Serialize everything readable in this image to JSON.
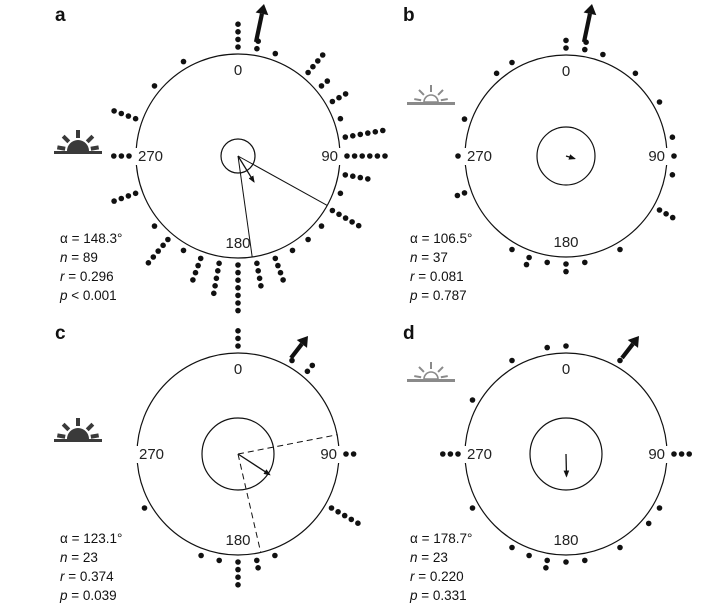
{
  "figure": {
    "colors": {
      "dot": "#111111",
      "axis": "#111111",
      "sun_dark": "#3a3a3a",
      "sun_light": "#8a8a8a",
      "background": "#ffffff"
    }
  },
  "chart_data": [
    {
      "type": "circular-scatter",
      "panel_label": "a",
      "sun_icon": "sun-bright",
      "reference_arrow_deg": 12,
      "degree_labels": [
        "0",
        "90",
        "180",
        "270"
      ],
      "dots": [
        {
          "deg": 0,
          "count": 4
        },
        {
          "deg": 10,
          "count": 2
        },
        {
          "deg": 20,
          "count": 1
        },
        {
          "deg": 40,
          "count": 4
        },
        {
          "deg": 50,
          "count": 2
        },
        {
          "deg": 60,
          "count": 3
        },
        {
          "deg": 70,
          "count": 1
        },
        {
          "deg": 80,
          "count": 6
        },
        {
          "deg": 90,
          "count": 6
        },
        {
          "deg": 100,
          "count": 4
        },
        {
          "deg": 110,
          "count": 1
        },
        {
          "deg": 120,
          "count": 5
        },
        {
          "deg": 130,
          "count": 1
        },
        {
          "deg": 140,
          "count": 1
        },
        {
          "deg": 150,
          "count": 1
        },
        {
          "deg": 160,
          "count": 4
        },
        {
          "deg": 170,
          "count": 4
        },
        {
          "deg": 180,
          "count": 7
        },
        {
          "deg": 190,
          "count": 5
        },
        {
          "deg": 200,
          "count": 4
        },
        {
          "deg": 210,
          "count": 1
        },
        {
          "deg": 220,
          "count": 5
        },
        {
          "deg": 230,
          "count": 1
        },
        {
          "deg": 250,
          "count": 4
        },
        {
          "deg": 270,
          "count": 3
        },
        {
          "deg": 290,
          "count": 4
        },
        {
          "deg": 310,
          "count": 1
        },
        {
          "deg": 330,
          "count": 1
        }
      ],
      "mean_vector": {
        "deg": 148.3,
        "r": 0.296
      },
      "ci_lines": {
        "style": "solid",
        "deg": [
          172,
          119
        ]
      },
      "stats": [
        {
          "sym": "α",
          "op": " = ",
          "val": "148.3°"
        },
        {
          "sym": "n",
          "op": " = ",
          "val": "89"
        },
        {
          "sym": "r",
          "op": " = ",
          "val": "0.296"
        },
        {
          "sym": "p",
          "op": " < ",
          "val": "0.001"
        }
      ]
    },
    {
      "type": "circular-scatter",
      "panel_label": "b",
      "sun_icon": "sun-faint",
      "reference_arrow_deg": 12,
      "degree_labels": [
        "0",
        "90",
        "180",
        "270"
      ],
      "dots": [
        {
          "deg": 0,
          "count": 2
        },
        {
          "deg": 10,
          "count": 2
        },
        {
          "deg": 20,
          "count": 1
        },
        {
          "deg": 40,
          "count": 1
        },
        {
          "deg": 60,
          "count": 1
        },
        {
          "deg": 80,
          "count": 1
        },
        {
          "deg": 90,
          "count": 1
        },
        {
          "deg": 100,
          "count": 1
        },
        {
          "deg": 120,
          "count": 3
        },
        {
          "deg": 150,
          "count": 1
        },
        {
          "deg": 170,
          "count": 1
        },
        {
          "deg": 180,
          "count": 2
        },
        {
          "deg": 190,
          "count": 1
        },
        {
          "deg": 200,
          "count": 2
        },
        {
          "deg": 210,
          "count": 1
        },
        {
          "deg": 250,
          "count": 2
        },
        {
          "deg": 270,
          "count": 1
        },
        {
          "deg": 290,
          "count": 1
        },
        {
          "deg": 320,
          "count": 1
        },
        {
          "deg": 330,
          "count": 1
        }
      ],
      "mean_vector": {
        "deg": 106.5,
        "r": 0.081
      },
      "ci_lines": null,
      "stats": [
        {
          "sym": "α",
          "op": " = ",
          "val": "106.5°"
        },
        {
          "sym": "n",
          "op": " = ",
          "val": "37"
        },
        {
          "sym": "r",
          "op": " = ",
          "val": "0.081"
        },
        {
          "sym": "p",
          "op": " = ",
          "val": "0.787"
        }
      ]
    },
    {
      "type": "circular-scatter",
      "panel_label": "c",
      "sun_icon": "sun-bright",
      "reference_arrow_deg": 40,
      "degree_labels": [
        "0",
        "90",
        "180",
        "270"
      ],
      "dots": [
        {
          "deg": 0,
          "count": 3
        },
        {
          "deg": 30,
          "count": 1
        },
        {
          "deg": 40,
          "count": 2
        },
        {
          "deg": 90,
          "count": 2
        },
        {
          "deg": 120,
          "count": 5
        },
        {
          "deg": 160,
          "count": 1
        },
        {
          "deg": 170,
          "count": 2
        },
        {
          "deg": 180,
          "count": 4
        },
        {
          "deg": 190,
          "count": 1
        },
        {
          "deg": 200,
          "count": 1
        },
        {
          "deg": 240,
          "count": 1
        }
      ],
      "mean_vector": {
        "deg": 123.1,
        "r": 0.374
      },
      "ci_lines": {
        "style": "dashed",
        "deg": [
          167,
          79
        ]
      },
      "stats": [
        {
          "sym": "α",
          "op": " = ",
          "val": "123.1°"
        },
        {
          "sym": "n",
          "op": " = ",
          "val": "23"
        },
        {
          "sym": "r",
          "op": " = ",
          "val": "0.374"
        },
        {
          "sym": "p",
          "op": " = ",
          "val": "0.039"
        }
      ]
    },
    {
      "type": "circular-scatter",
      "panel_label": "d",
      "sun_icon": "sun-faint",
      "reference_arrow_deg": 40,
      "degree_labels": [
        "0",
        "90",
        "180",
        "270"
      ],
      "dots": [
        {
          "deg": 350,
          "count": 1
        },
        {
          "deg": 0,
          "count": 1
        },
        {
          "deg": 30,
          "count": 1
        },
        {
          "deg": 90,
          "count": 3
        },
        {
          "deg": 120,
          "count": 1
        },
        {
          "deg": 130,
          "count": 1
        },
        {
          "deg": 150,
          "count": 1
        },
        {
          "deg": 170,
          "count": 1
        },
        {
          "deg": 180,
          "count": 1
        },
        {
          "deg": 190,
          "count": 2
        },
        {
          "deg": 200,
          "count": 1
        },
        {
          "deg": 210,
          "count": 1
        },
        {
          "deg": 240,
          "count": 1
        },
        {
          "deg": 270,
          "count": 3
        },
        {
          "deg": 300,
          "count": 1
        },
        {
          "deg": 330,
          "count": 1
        }
      ],
      "mean_vector": {
        "deg": 178.7,
        "r": 0.22
      },
      "ci_lines": null,
      "stats": [
        {
          "sym": "α",
          "op": " = ",
          "val": "178.7°"
        },
        {
          "sym": "n",
          "op": " = ",
          "val": "23"
        },
        {
          "sym": "r",
          "op": " = ",
          "val": "0.220"
        },
        {
          "sym": "p",
          "op": " = ",
          "val": "0.331"
        }
      ]
    }
  ]
}
